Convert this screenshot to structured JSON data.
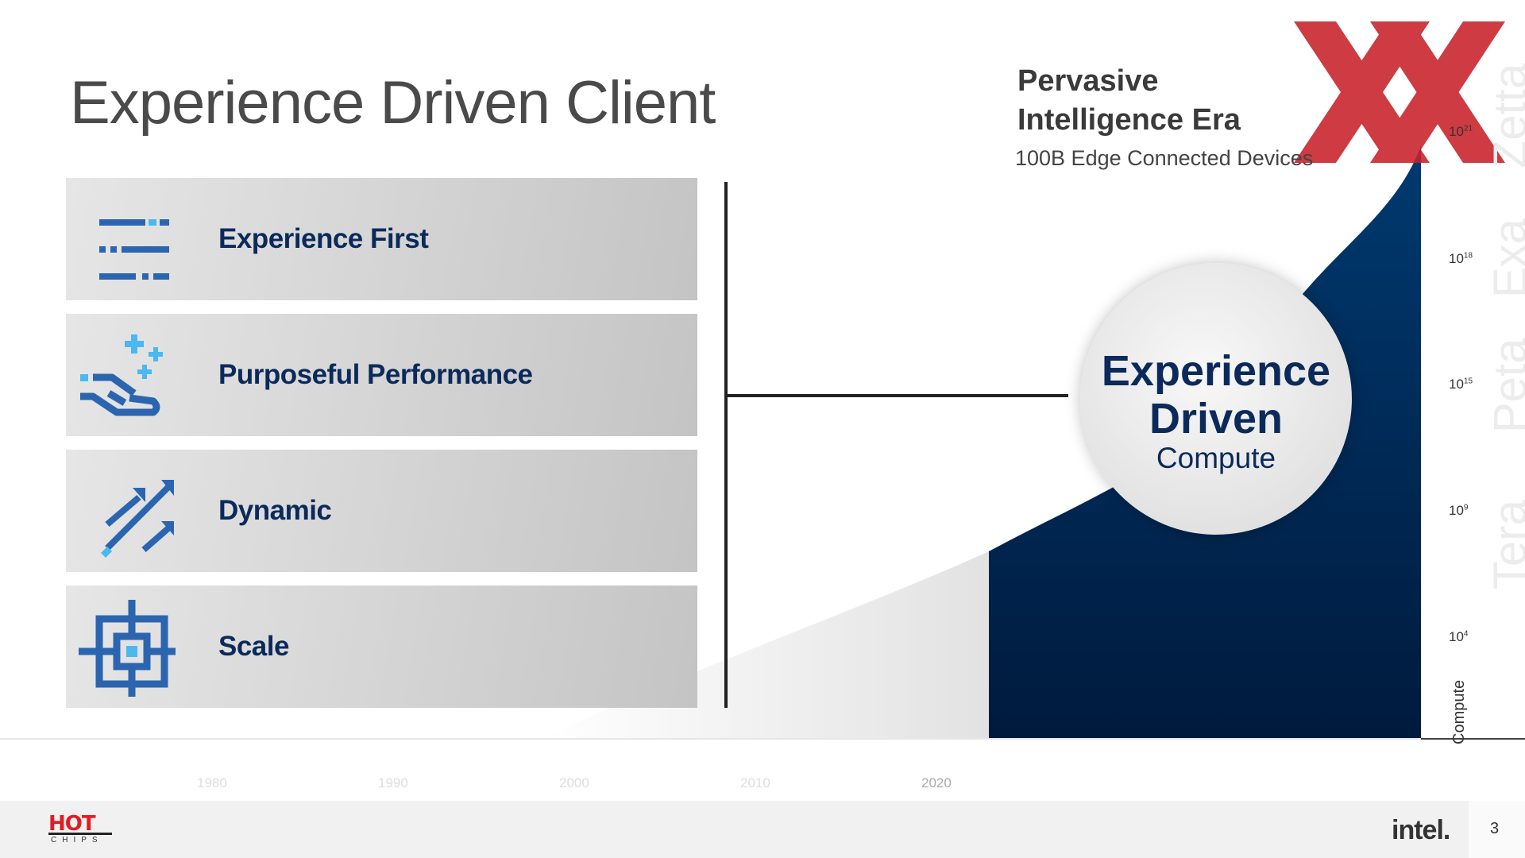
{
  "title": "Experience Driven Client",
  "pillars": [
    {
      "label": "Experience First",
      "icon": "list-lines-icon"
    },
    {
      "label": "Purposeful Performance",
      "icon": "hand-sparkle-icon"
    },
    {
      "label": "Dynamic",
      "icon": "arrows-up-right-icon"
    },
    {
      "label": "Scale",
      "icon": "target-grid-icon"
    }
  ],
  "era": {
    "line1": "Pervasive",
    "line2": "Intelligence Era",
    "subtitle": "100B Edge Connected Devices"
  },
  "circle": {
    "line1": "Experience",
    "line2": "Driven",
    "line3": "Compute"
  },
  "chart_data": {
    "type": "area",
    "ylabel": "Compute",
    "y_ticks": [
      {
        "base": "10",
        "exp": "21"
      },
      {
        "base": "10",
        "exp": "18"
      },
      {
        "base": "10",
        "exp": "15"
      },
      {
        "base": "10",
        "exp": "9"
      },
      {
        "base": "10",
        "exp": "4"
      }
    ],
    "units": [
      "Tera",
      "Peta",
      "Exa",
      "Zetta"
    ],
    "x_ticks": [
      "1980",
      "1990",
      "2000",
      "2010",
      "2020"
    ]
  },
  "footer": {
    "logo_left": "HOT CHIPS",
    "logo_right": "intel.",
    "page": "3"
  },
  "colors": {
    "navy": "#0b2a5b",
    "icon_blue": "#2b65b0",
    "icon_light": "#4cb8f0",
    "xx_red": "#c8202a"
  }
}
